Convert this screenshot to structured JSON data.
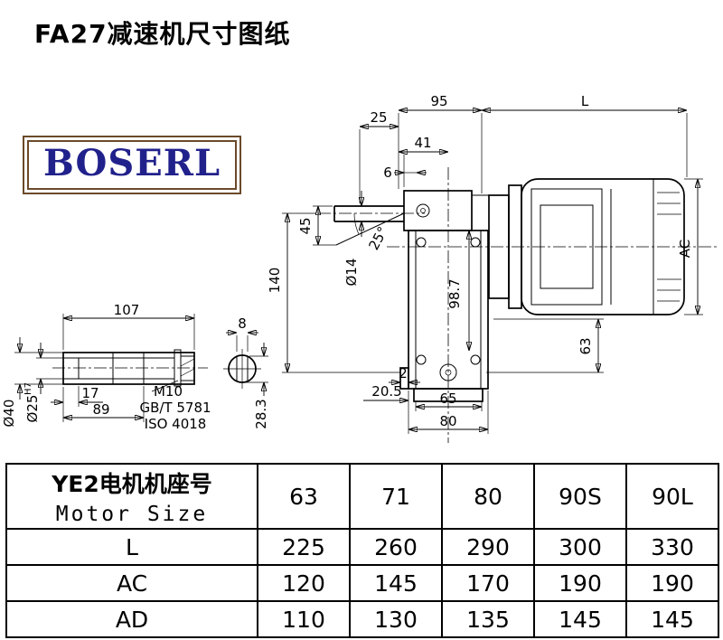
{
  "page": {
    "title": "FA27减速机尺寸图纸"
  },
  "logo": {
    "text": "BOSERL"
  },
  "colors": {
    "line": "#000000",
    "logo_border": "#6a4a2a",
    "logo_text": "#21218c"
  },
  "drawing": {
    "dims": {
      "d95": "95",
      "d25": "25",
      "L": "L",
      "d41": "41",
      "d6": "6",
      "d45": "45",
      "angle": "25°",
      "dia14": "Ø14",
      "d140": "140",
      "d98_7": "98.7",
      "AC": "AC",
      "d63": "63",
      "d2": "2",
      "d20_5": "20.5",
      "d65": "65",
      "d80": "80"
    },
    "shaft": {
      "d107": "107",
      "d17": "17",
      "d89": "89",
      "bolt": "M10",
      "std_gb": "GB/T 5781",
      "std_iso": "ISO 4018",
      "dia40": "Ø40",
      "dia25": "Ø25",
      "fit": "H7",
      "d8": "8",
      "d28_3": "28.3"
    }
  },
  "table": {
    "header_line1": "YE2电机机座号",
    "header_line2": "Motor Size",
    "columns": [
      "63",
      "71",
      "80",
      "90S",
      "90L"
    ],
    "rows": [
      {
        "label": "L",
        "values": [
          "225",
          "260",
          "290",
          "300",
          "330"
        ]
      },
      {
        "label": "AC",
        "values": [
          "120",
          "145",
          "170",
          "190",
          "190"
        ]
      },
      {
        "label": "AD",
        "values": [
          "110",
          "130",
          "135",
          "145",
          "145"
        ]
      }
    ]
  }
}
